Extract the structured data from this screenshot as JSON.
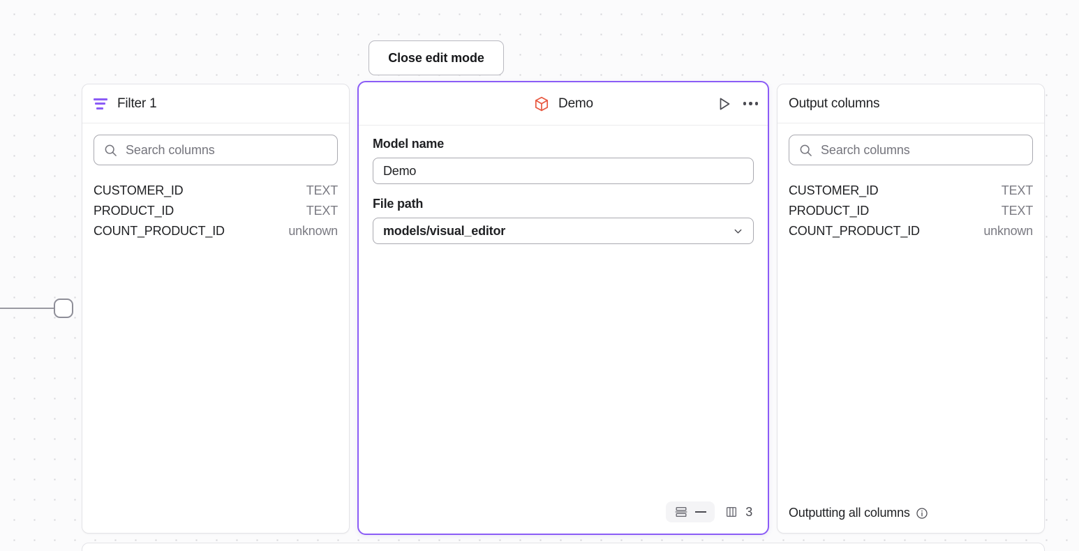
{
  "toolbar": {
    "close_edit_mode_label": "Close edit mode"
  },
  "filter_panel": {
    "icon": "filter-icon",
    "title": "Filter 1",
    "search": {
      "icon": "search-icon",
      "placeholder": "Search columns",
      "value": ""
    },
    "columns": [
      {
        "name": "CUSTOMER_ID",
        "type": "TEXT"
      },
      {
        "name": "PRODUCT_ID",
        "type": "TEXT"
      },
      {
        "name": "COUNT_PRODUCT_ID",
        "type": "unknown"
      }
    ]
  },
  "demo_panel": {
    "icon": "cube-icon",
    "title": "Demo",
    "actions": {
      "run_icon": "play-icon",
      "more_icon": "ellipsis-icon"
    },
    "fields": {
      "model_name_label": "Model name",
      "model_name_value": "Demo",
      "file_path_label": "File path",
      "file_path_value": "models/visual_editor",
      "file_path_chevron": "chevron-down-icon"
    },
    "footer": {
      "rows_icon": "rows-icon",
      "rows_value": "—",
      "columns_icon": "columns-icon",
      "columns_value": "3"
    },
    "accent_color": "#8b5cf6",
    "cube_color": "#e8573f"
  },
  "output_panel": {
    "title": "Output columns",
    "search": {
      "icon": "search-icon",
      "placeholder": "Search columns",
      "value": ""
    },
    "columns": [
      {
        "name": "CUSTOMER_ID",
        "type": "TEXT"
      },
      {
        "name": "PRODUCT_ID",
        "type": "TEXT"
      },
      {
        "name": "COUNT_PRODUCT_ID",
        "type": "unknown"
      }
    ],
    "footer": {
      "text": "Outputting all columns",
      "info_icon": "info-icon"
    }
  }
}
